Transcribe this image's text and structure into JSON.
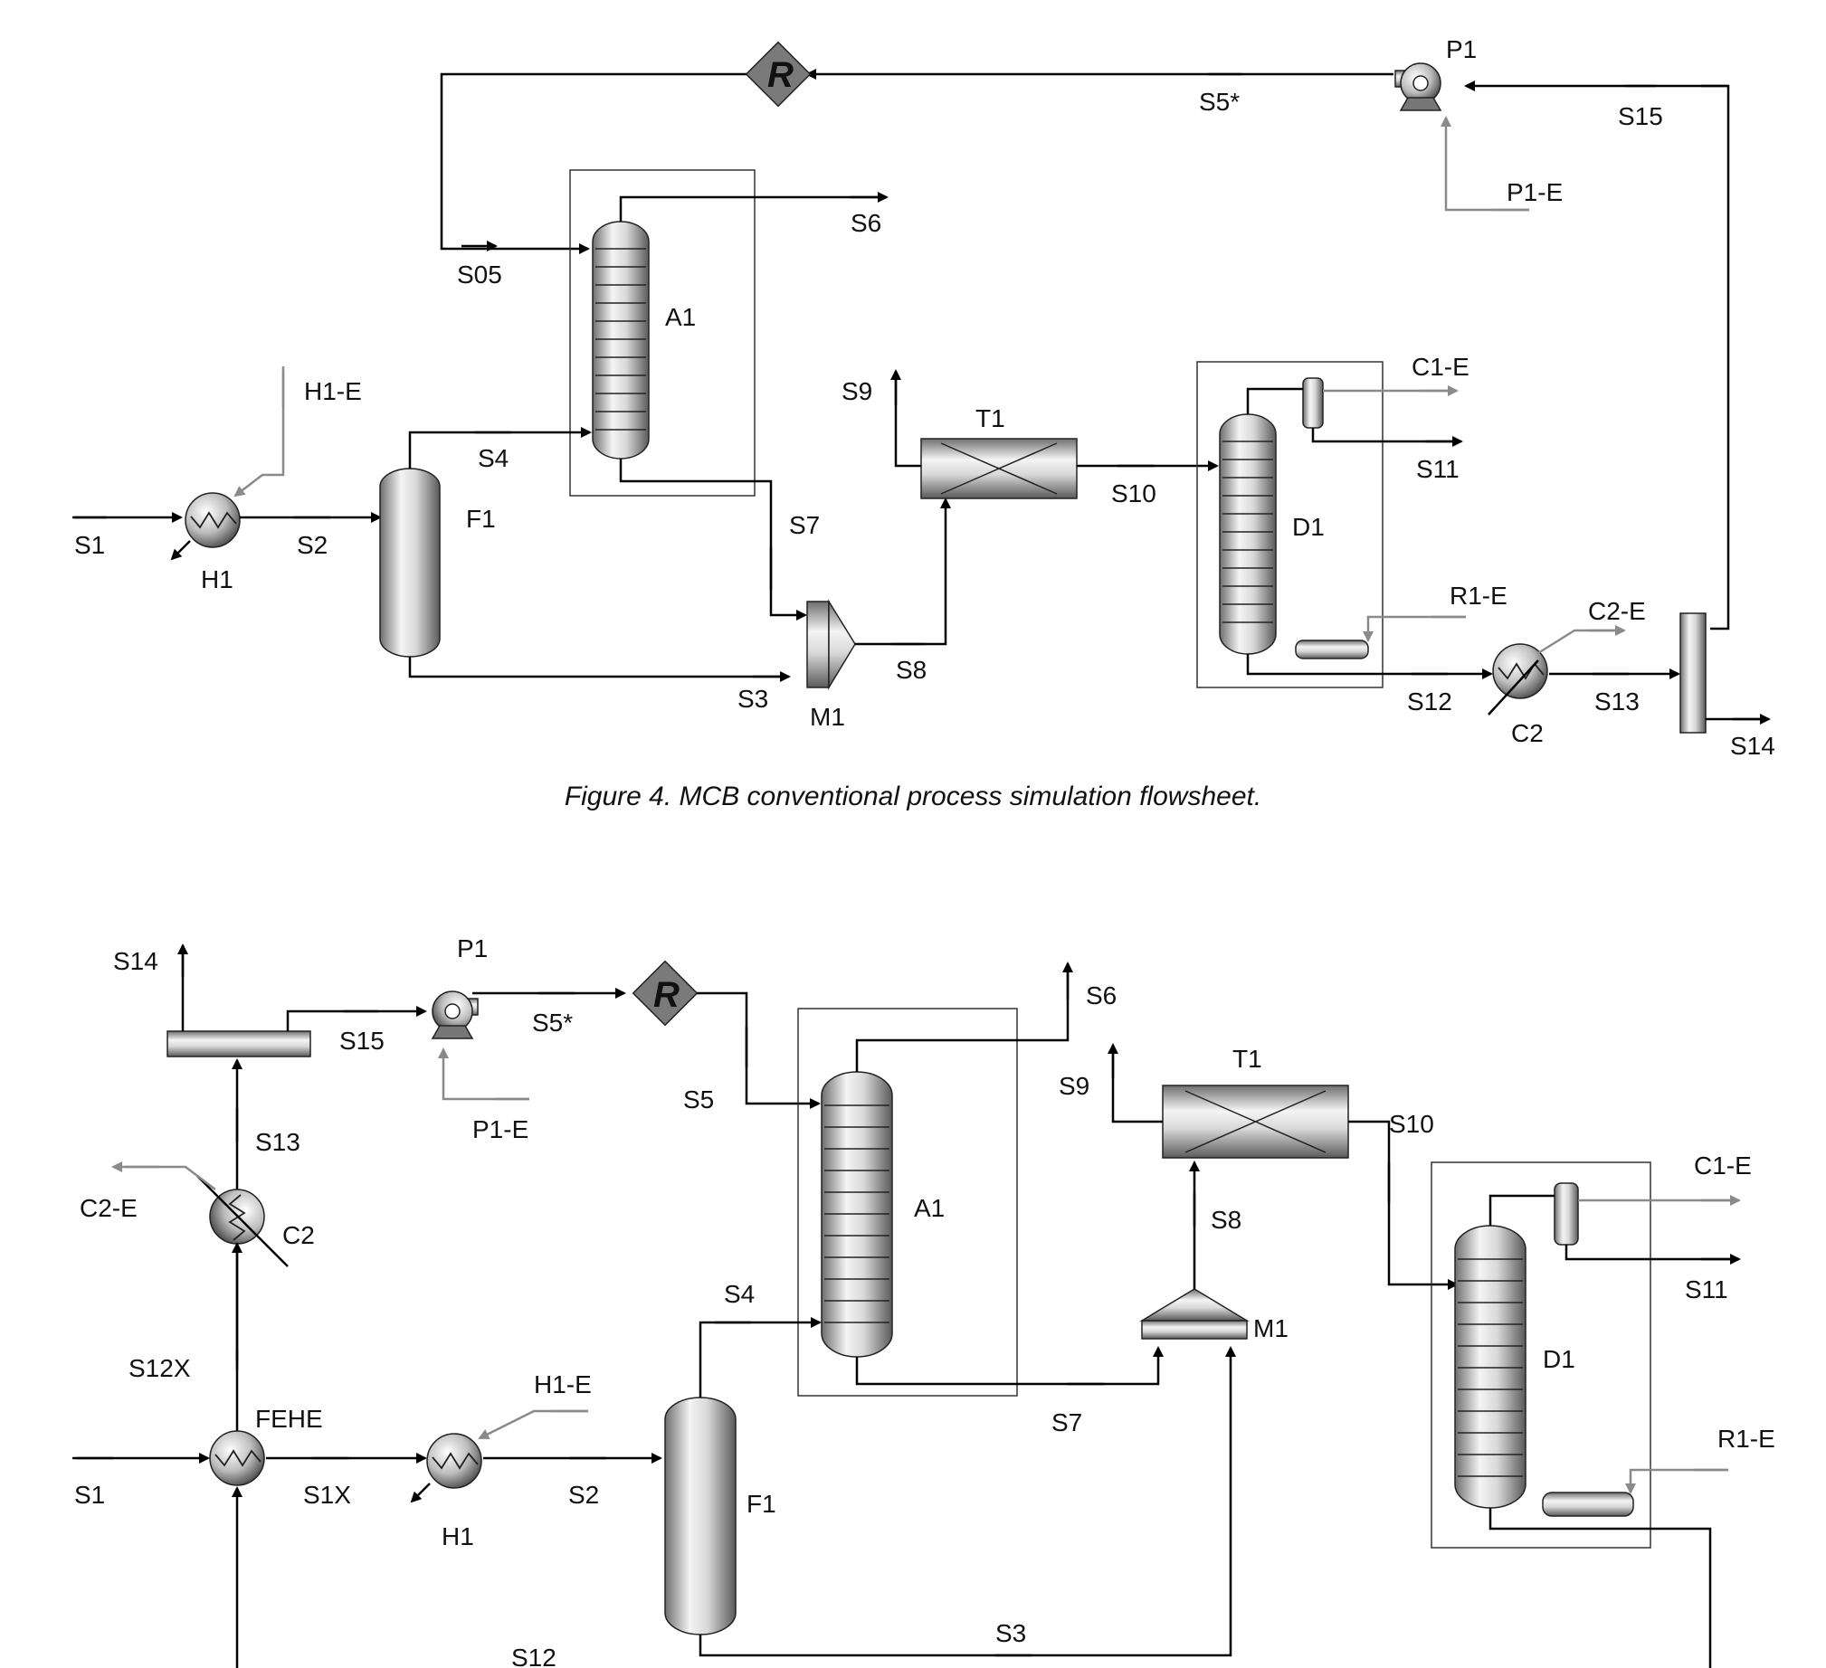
{
  "figure4": {
    "caption": "Figure 4. MCB conventional process simulation flowsheet.",
    "labels": {
      "S1": "S1",
      "S2": "S2",
      "S3": "S3",
      "S4": "S4",
      "S05": "S05",
      "S6": "S6",
      "S7": "S7",
      "S8": "S8",
      "S9": "S9",
      "S10": "S10",
      "S11": "S11",
      "S12": "S12",
      "S13": "S13",
      "S14": "S14",
      "S15": "S15",
      "S5star": "S5*",
      "H1": "H1",
      "H1E": "H1-E",
      "F1": "F1",
      "A1": "A1",
      "M1": "M1",
      "T1": "T1",
      "D1": "D1",
      "C1E": "C1-E",
      "R1E": "R1-E",
      "C2": "C2",
      "C2E": "C2-E",
      "P1": "P1",
      "P1E": "P1-E",
      "R": "R"
    }
  },
  "figure5": {
    "labels": {
      "S14": "S14",
      "S15": "S15",
      "P1": "P1",
      "S5star": "S5*",
      "R": "R",
      "S6": "S6",
      "S5": "S5",
      "P1E": "P1-E",
      "S13": "S13",
      "C2E": "C2-E",
      "C2": "C2",
      "S12X": "S12X",
      "FEHE": "FEHE",
      "S1": "S1",
      "S1X": "S1X",
      "H1": "H1",
      "H1E": "H1-E",
      "S2": "S2",
      "S4": "S4",
      "A1": "A1",
      "F1": "F1",
      "S3": "S3",
      "S12": "S12",
      "S7": "S7",
      "S8": "S8",
      "M1": "M1",
      "S9": "S9",
      "T1": "T1",
      "S10": "S10",
      "C1E": "C1-E",
      "S11": "S11",
      "D1": "D1",
      "R1E": "R1-E"
    }
  },
  "colors": {
    "line": "#000000",
    "energy": "#8a8a8a",
    "box": "#333333"
  }
}
